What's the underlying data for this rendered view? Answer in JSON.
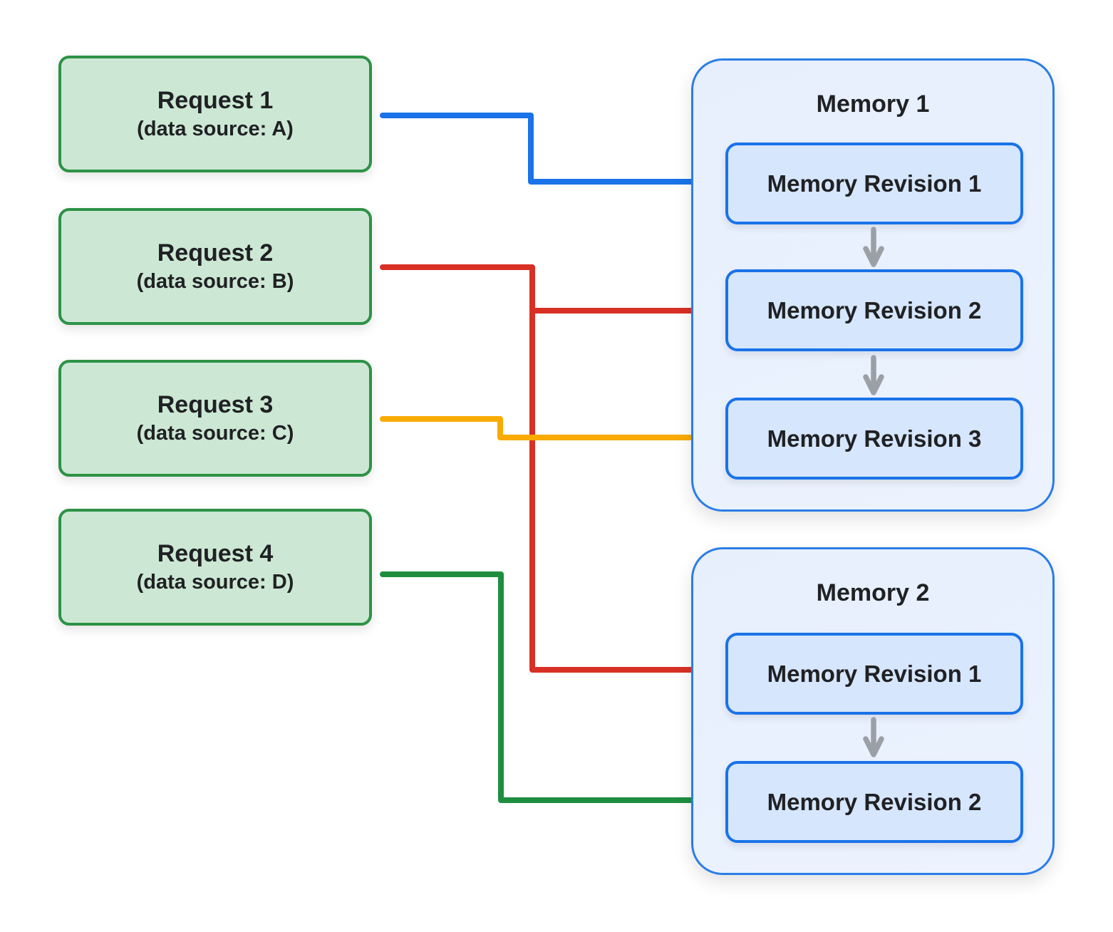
{
  "requests": [
    {
      "title": "Request 1",
      "subtitle": "(data source: A)"
    },
    {
      "title": "Request 2",
      "subtitle": "(data source: B)"
    },
    {
      "title": "Request 3",
      "subtitle": "(data source: C)"
    },
    {
      "title": "Request 4",
      "subtitle": "(data source: D)"
    }
  ],
  "memories": [
    {
      "title": "Memory 1",
      "revisions": [
        "Memory Revision 1",
        "Memory Revision 2",
        "Memory Revision 3"
      ]
    },
    {
      "title": "Memory 2",
      "revisions": [
        "Memory Revision 1",
        "Memory Revision 2"
      ]
    }
  ],
  "connections": [
    {
      "from": "request-1",
      "to": "memory-1-revision-1",
      "color": "#1a73e8"
    },
    {
      "from": "request-2",
      "to": "memory-1-revision-2",
      "color": "#d93025"
    },
    {
      "from": "request-2",
      "to": "memory-2-revision-1",
      "color": "#d93025"
    },
    {
      "from": "request-3",
      "to": "memory-1-revision-3",
      "color": "#f9ab00"
    },
    {
      "from": "request-4",
      "to": "memory-2-revision-2",
      "color": "#1e8e3e"
    }
  ],
  "colors": {
    "request_fill": "#cce8d4",
    "request_border": "#2d9246",
    "memory_fill": "#e9f0fd",
    "memory_border": "#2b7de6",
    "revision_fill": "#d6e6fc",
    "revision_border": "#1a73e8",
    "down_arrow": "#9aa0a6",
    "text": "#202124"
  }
}
